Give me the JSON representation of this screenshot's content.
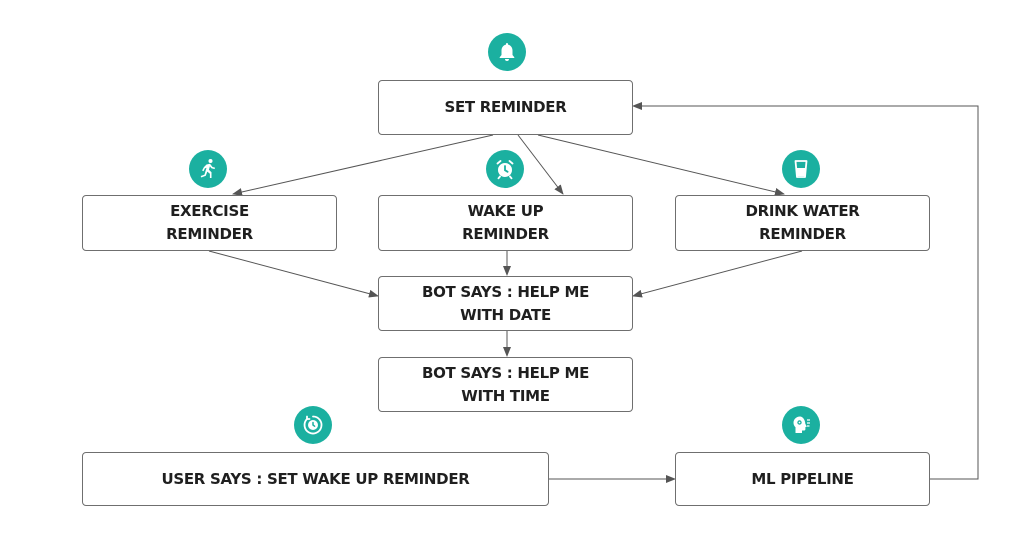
{
  "nodes": {
    "set_reminder": "SET REMINDER",
    "exercise_reminder": "EXERCISE\nREMINDER",
    "wake_up_reminder": "WAKE UP\nREMINDER",
    "drink_water_reminder": "DRINK WATER\nREMINDER",
    "help_date": "BOT SAYS : HELP ME\nWITH DATE",
    "help_time": "BOT SAYS : HELP ME\nWITH TIME",
    "user_says": "USER SAYS : SET WAKE UP REMINDER",
    "ml_pipeline": "ML PIPELINE"
  },
  "icons": {
    "set_reminder": "bell-icon",
    "exercise_reminder": "running-person-icon",
    "wake_up_reminder": "alarm-clock-icon",
    "drink_water_reminder": "water-glass-icon",
    "user_says": "timer-icon",
    "ml_pipeline": "ai-head-icon"
  },
  "colors": {
    "accent": "#1bb0a0",
    "border": "#6f6f6f",
    "arrow": "#555555",
    "text": "#1f1f1f"
  }
}
